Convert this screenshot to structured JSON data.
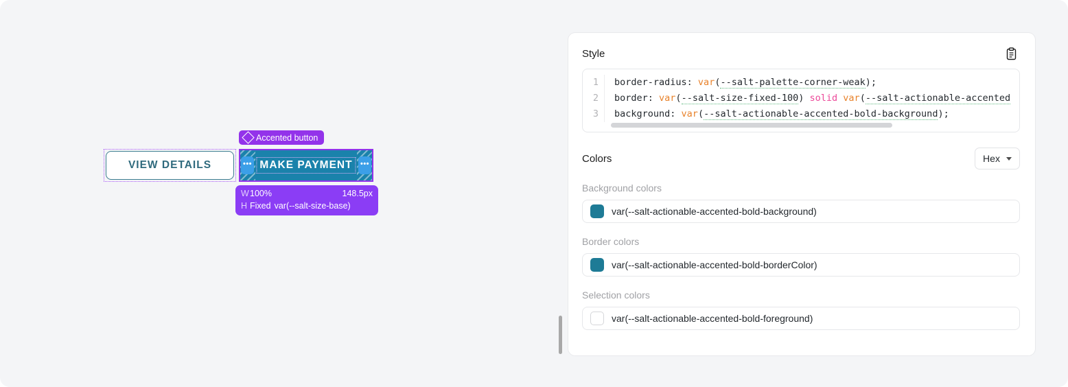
{
  "canvas": {
    "background_color": "#f4f5f7",
    "buttons": [
      {
        "name": "view-details",
        "label": "VIEW DETAILS",
        "variant": "secondary",
        "text_color": "#2f6a7d",
        "border_color": "#3b7c8f",
        "background_color": "#ffffff"
      },
      {
        "name": "make-payment",
        "label": "MAKE PAYMENT",
        "variant": "accented-bold",
        "text_color": "#ffffff",
        "background_color": "#1a82ab",
        "selected": true
      }
    ],
    "selection_tag": {
      "label": "Accented button",
      "icon": "diamond-icon",
      "background_color": "#9333ea"
    },
    "measurements": {
      "width_key": "W",
      "width_mode": "100%",
      "width_value": "148.5px",
      "height_key": "H",
      "height_mode": "Fixed",
      "height_value": "var(--salt-size-base)",
      "background_color": "#8b3df5"
    },
    "handles": {
      "left_dots": "•••",
      "right_dots": "•••",
      "color": "#3b9fe8"
    }
  },
  "panel": {
    "style_section": {
      "title": "Style",
      "copy_icon": "clipboard-icon",
      "code": {
        "line_numbers": [
          "1",
          "2",
          "3"
        ],
        "lines": [
          {
            "number": "1",
            "text": "border-radius: var(--salt-palette-corner-weak);",
            "parts": [
              {
                "t": "border-radius: ",
                "k": "plain"
              },
              {
                "t": "var",
                "k": "fn"
              },
              {
                "t": "(",
                "k": "plain"
              },
              {
                "t": "--salt-palette-corner-weak",
                "k": "var"
              },
              {
                "t": ");",
                "k": "plain"
              }
            ]
          },
          {
            "number": "2",
            "text": "border: var(--salt-size-fixed-100) solid var(--salt-actionable-accented",
            "parts": [
              {
                "t": "border: ",
                "k": "plain"
              },
              {
                "t": "var",
                "k": "fn"
              },
              {
                "t": "(",
                "k": "plain"
              },
              {
                "t": "--salt-size-fixed-100",
                "k": "var"
              },
              {
                "t": ") ",
                "k": "plain"
              },
              {
                "t": "solid",
                "k": "kw"
              },
              {
                "t": " ",
                "k": "plain"
              },
              {
                "t": "var",
                "k": "fn"
              },
              {
                "t": "(",
                "k": "plain"
              },
              {
                "t": "--salt-actionable-accented",
                "k": "var"
              }
            ]
          },
          {
            "number": "3",
            "text": "background: var(--salt-actionable-accented-bold-background);",
            "parts": [
              {
                "t": "background: ",
                "k": "plain"
              },
              {
                "t": "var",
                "k": "fn"
              },
              {
                "t": "(",
                "k": "plain"
              },
              {
                "t": "--salt-actionable-accented-bold-background",
                "k": "var"
              },
              {
                "t": ");",
                "k": "plain"
              }
            ]
          }
        ]
      }
    },
    "colors_section": {
      "title": "Colors",
      "format_select": {
        "value": "Hex",
        "icon": "chevron-down-icon"
      },
      "groups": [
        {
          "label": "Background colors",
          "entries": [
            {
              "value": "var(--salt-actionable-accented-bold-background)",
              "swatch_color": "#1e7b96",
              "swatch_empty": false
            }
          ]
        },
        {
          "label": "Border colors",
          "entries": [
            {
              "value": "var(--salt-actionable-accented-bold-borderColor)",
              "swatch_color": "#1e7b96",
              "swatch_empty": false
            }
          ]
        },
        {
          "label": "Selection colors",
          "entries": [
            {
              "value": "var(--salt-actionable-accented-bold-foreground)",
              "swatch_color": "#ffffff",
              "swatch_empty": true
            }
          ]
        }
      ]
    }
  }
}
